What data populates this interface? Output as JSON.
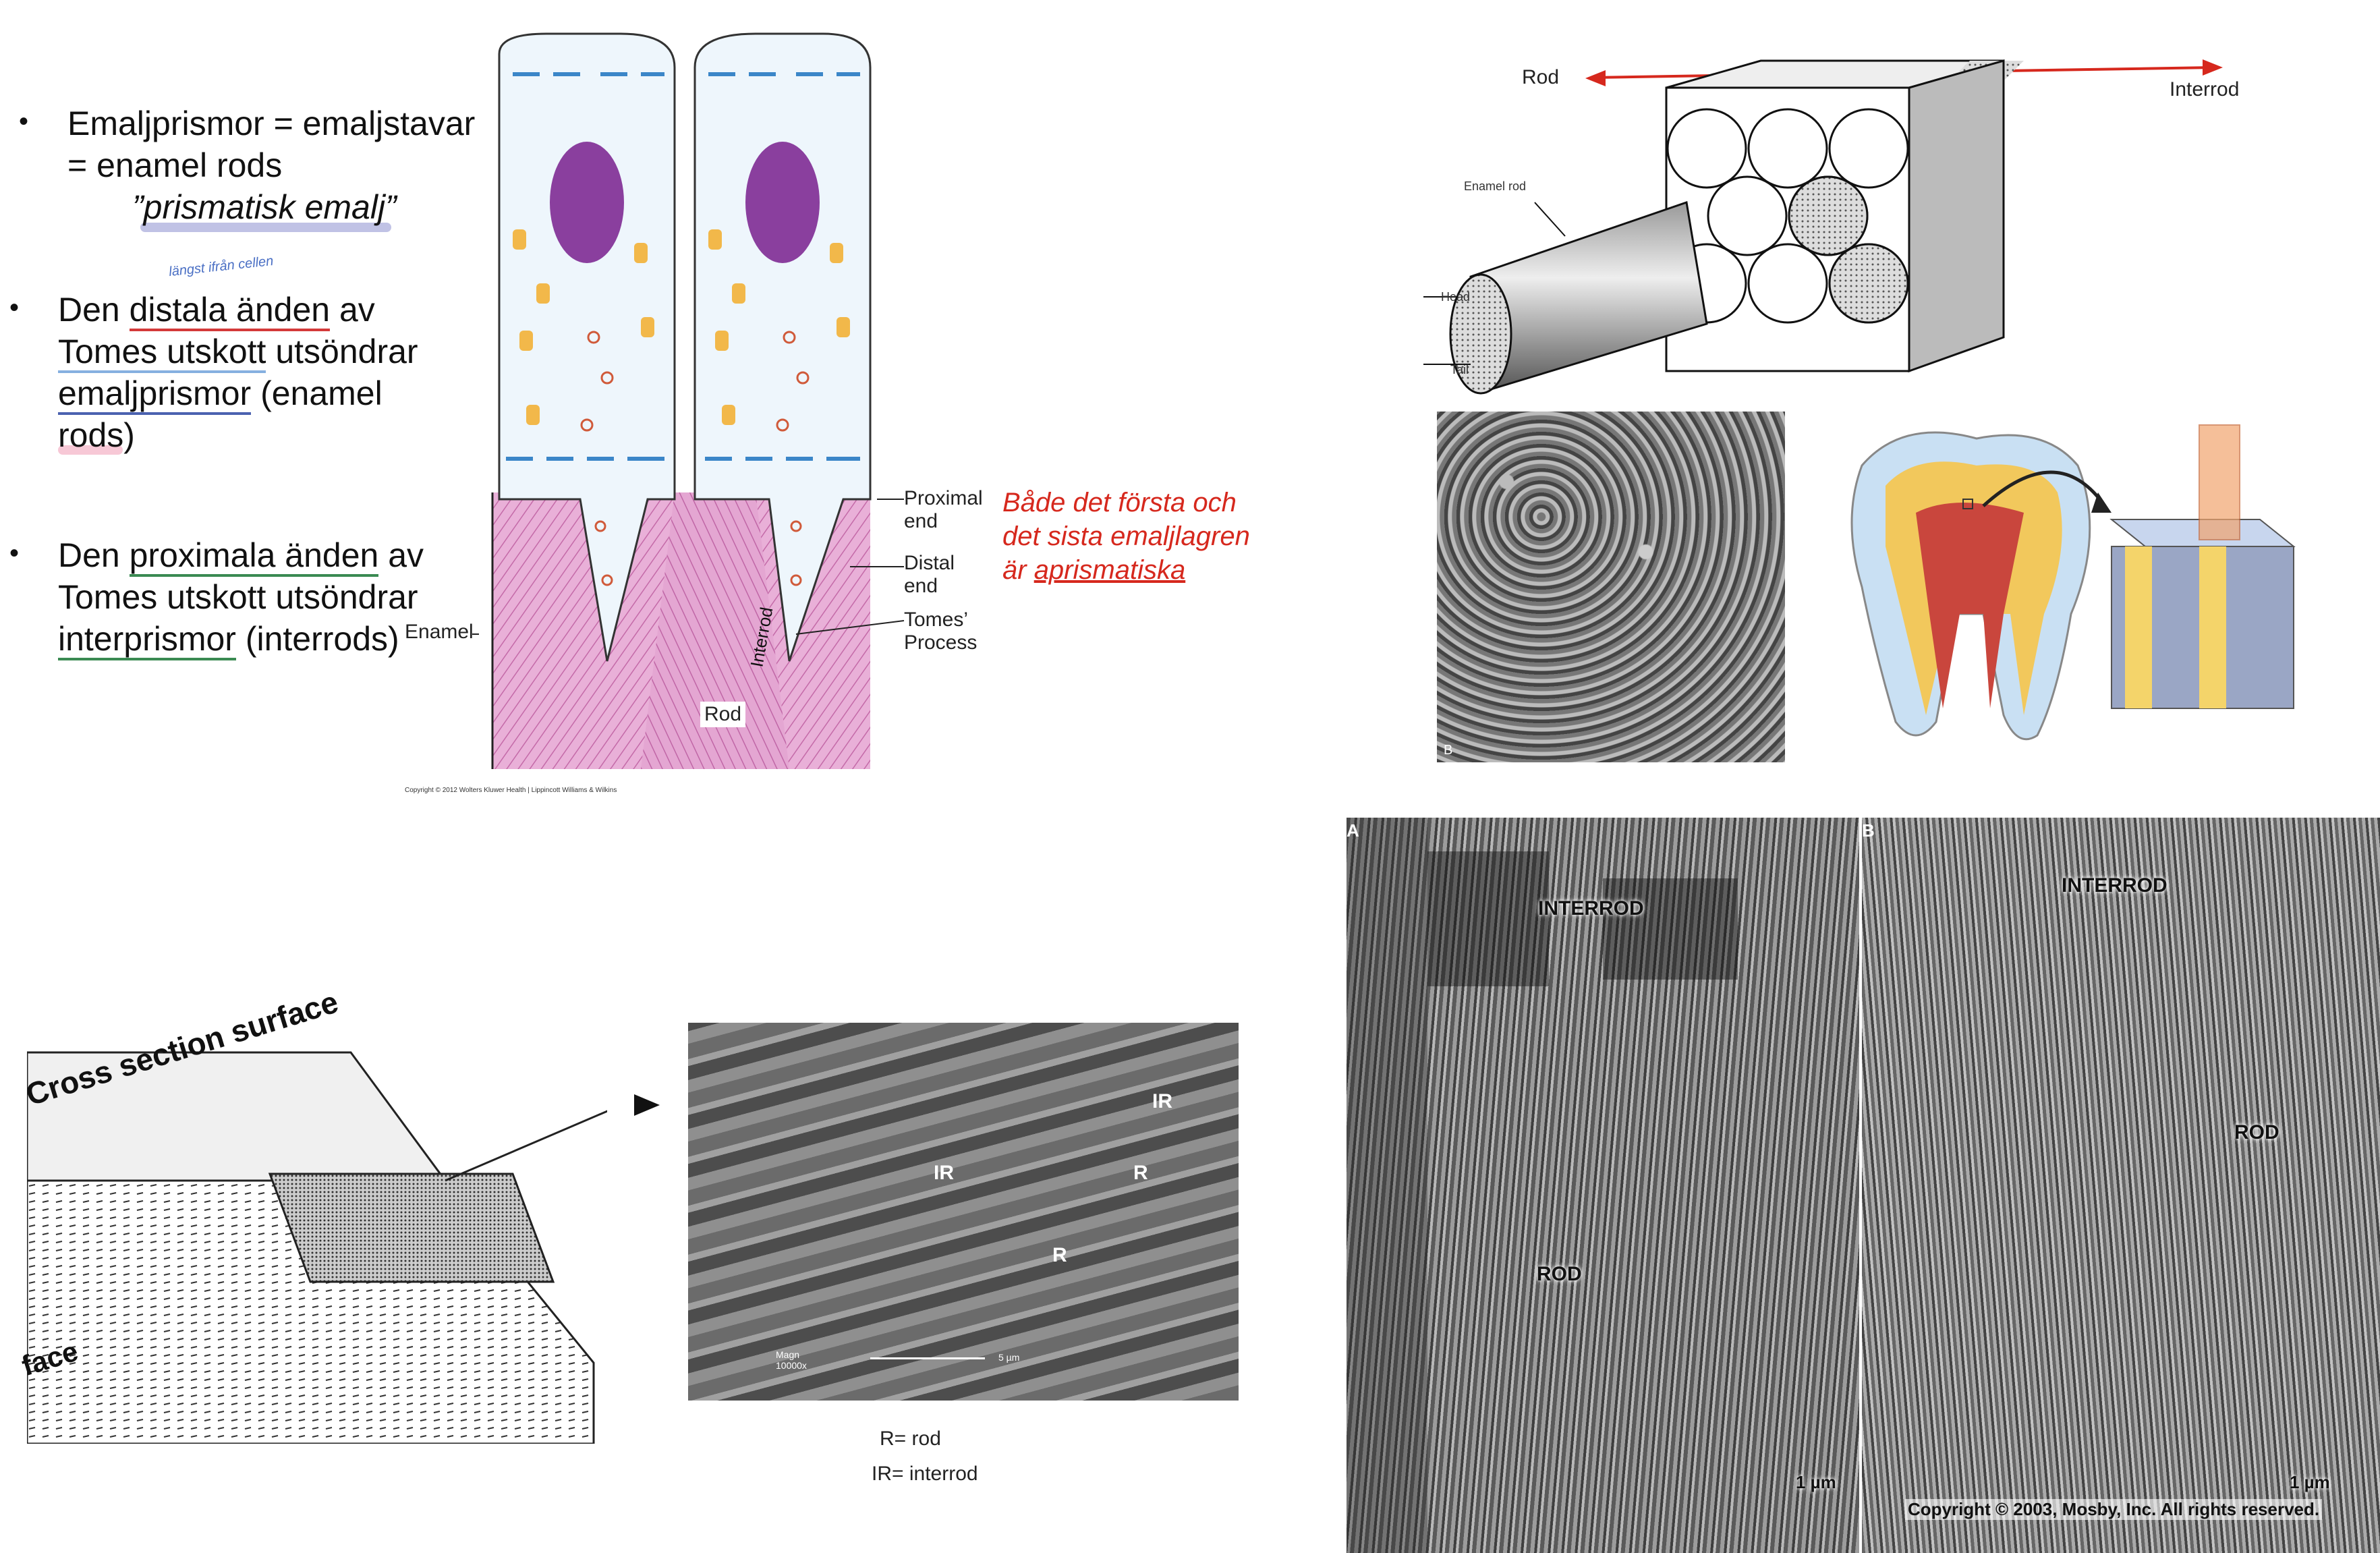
{
  "bullets": [
    {
      "line1": "Emaljprismor = emaljstavar",
      "line2": "= enamel rods",
      "line3": "”prismatisk emalj”"
    },
    {
      "annotation": "längst ifrån cellen",
      "l1a": "Den ",
      "l1b": "distala änden",
      "l1c": " av",
      "l2a": "Tomes utskott",
      "l2b": " utsöndrar",
      "l3a": "emaljprismor",
      "l3b": " (enamel",
      "l4": "rods)"
    },
    {
      "l1a": "Den ",
      "l1b": "proximala änden",
      "l1c": " av",
      "l2": "Tomes utskott utsöndrar",
      "l3a": "interprismor",
      "l3b": " (interrods)"
    }
  ],
  "bullet_symbol": "•",
  "cell_diagram": {
    "labels": {
      "proximal": [
        "Proximal",
        "end"
      ],
      "distal": [
        "Distal",
        "end"
      ],
      "tomes": [
        "Tomes’",
        "Process"
      ],
      "enamel": "Enamel",
      "interrod": "Interrod",
      "rod": "Rod"
    },
    "copyright": "Copyright © 2012 Wolters Kluwer Health | Lippincott Williams & Wilkins"
  },
  "note": {
    "line1": "Både det första och",
    "line2": "det sista emaljlagren",
    "line3a": "är ",
    "line3b": "aprismatiska"
  },
  "block_diagram": {
    "rod": "Rod",
    "interrod": "Interrod",
    "enamel_rod": "Enamel rod",
    "head": "Head",
    "tail": "Tail"
  },
  "sem_small_label": "B",
  "cross_section": {
    "surface": "Cross section surface",
    "face": "face"
  },
  "micrograph": {
    "ir1": "IR",
    "ir2": "IR",
    "r1": "R",
    "r2": "R",
    "magn": [
      "Magn",
      "10000x"
    ],
    "scale": "5 µm"
  },
  "legend": {
    "r": "R= rod",
    "ir": "IR= interrod"
  },
  "sem_big": {
    "panel_a": "A",
    "panel_b": "B",
    "interrod_a": "INTERROD",
    "rod_a": "ROD",
    "scale_a": "1 µm",
    "interrod_b": "INTERROD",
    "rod_b": "ROD",
    "scale_b": "1 µm",
    "copyright": "Copyright © 2003, Mosby, Inc. All rights reserved."
  },
  "colors": {
    "accent_red": "#d6281d",
    "enamel_pink": "#d98ac3",
    "nucleus_purple": "#8a3f9e",
    "blue_hl": "#7b82c9",
    "green_hl": "#3a8a52"
  }
}
